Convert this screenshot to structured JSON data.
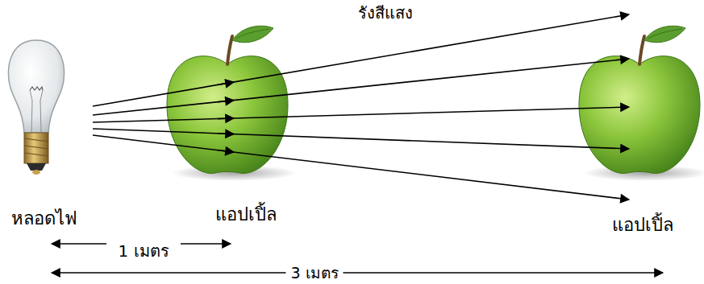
{
  "diagram": {
    "labels": [
      "รังสีแสง",
      "หลอดไฟ",
      "แอปเปิ้ล",
      "แอปเปิ้ล",
      "1 เมตร",
      "3 เมตร"
    ]
  }
}
